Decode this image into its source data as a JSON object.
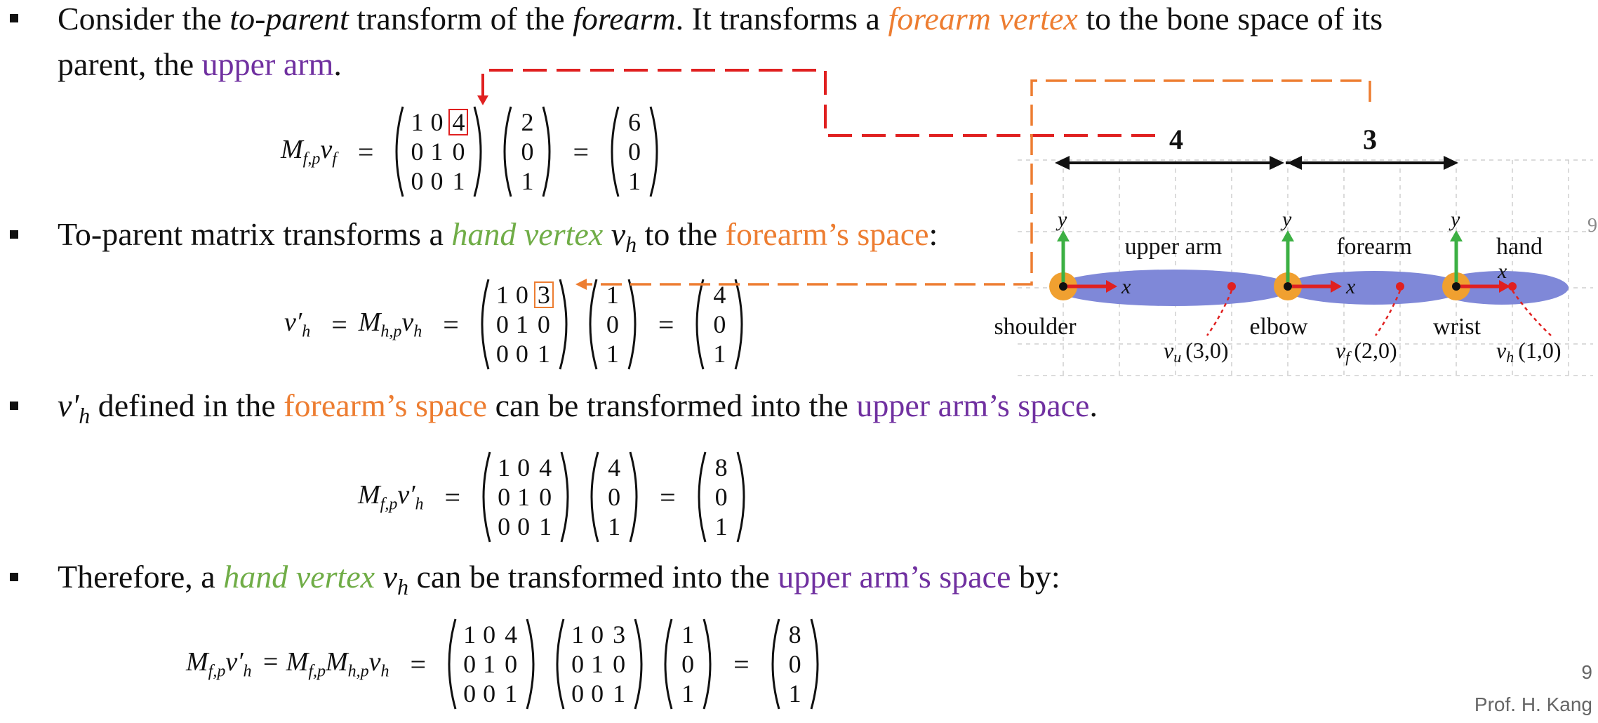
{
  "bullets": {
    "b1": {
      "p1": "Consider the ",
      "p2": "to-parent",
      "p3": " transform of the ",
      "p4": "forearm",
      "p5": ". It transforms a ",
      "p6": "forearm vertex",
      "p7": " to the bone space of its",
      "p8": "parent, the ",
      "p9": "upper arm",
      "p10": "."
    },
    "b2": {
      "p1": "To-parent matrix transforms a ",
      "p2": "hand vertex",
      "p3": " v",
      "p3sub": "h",
      "p4": " to the ",
      "p5": "forearm’s space",
      "p6": ":"
    },
    "b3": {
      "p1": "v'",
      "p1sub": "h",
      "p2": " defined in the ",
      "p3": "forearm’s space",
      "p4": " can be transformed into the ",
      "p5": "upper arm’s space",
      "p6": "."
    },
    "b4": {
      "p1": "Therefore, a ",
      "p2": "hand vertex",
      "p3": " v",
      "p3sub": "h",
      "p4": " can be transformed into the ",
      "p5": "upper arm’s space",
      "p6": " by:"
    }
  },
  "equations": {
    "eq1": {
      "lhs": "M",
      "lhs_sub": "f,p",
      "lhs2": "v",
      "lhs2_sub": "f",
      "op": "=",
      "m": [
        "1",
        "0",
        "4",
        "0",
        "1",
        "0",
        "0",
        "0",
        "1"
      ],
      "v": [
        "2",
        "0",
        "1"
      ],
      "r": [
        "6",
        "0",
        "1"
      ]
    },
    "eq2": {
      "lhs": "v′",
      "lhs_sub": "h",
      "eqsign": "=",
      "lhs2": "M",
      "lhs2_sub": "h,p",
      "lhs3": "v",
      "lhs3_sub": "h",
      "m": [
        "1",
        "0",
        "3",
        "0",
        "1",
        "0",
        "0",
        "0",
        "1"
      ],
      "v": [
        "1",
        "0",
        "1"
      ],
      "r": [
        "4",
        "0",
        "1"
      ]
    },
    "eq3": {
      "lhs": "M",
      "lhs_sub": "f,p",
      "lhs2": "v′",
      "lhs2_sub": "h",
      "m": [
        "1",
        "0",
        "4",
        "0",
        "1",
        "0",
        "0",
        "0",
        "1"
      ],
      "v": [
        "4",
        "0",
        "1"
      ],
      "r": [
        "8",
        "0",
        "1"
      ]
    },
    "eq4": {
      "lhs": "M",
      "lhs_sub": "f,p",
      "lhs2": "v′",
      "lhs2_sub": "h",
      "mid": "= M",
      "mid_sub": "f,p",
      "mid2": "M",
      "mid2_sub": "h,p",
      "mid3": "v",
      "mid3_sub": "h",
      "m1": [
        "1",
        "0",
        "4",
        "0",
        "1",
        "0",
        "0",
        "0",
        "1"
      ],
      "m2": [
        "1",
        "0",
        "3",
        "0",
        "1",
        "0",
        "0",
        "0",
        "1"
      ],
      "v": [
        "1",
        "0",
        "1"
      ],
      "r": [
        "8",
        "0",
        "1"
      ]
    }
  },
  "diagram": {
    "length_upper": "4",
    "length_fore": "3",
    "axis_y": "y",
    "axis_x": "x",
    "bone_upper": "upper arm",
    "bone_fore": "forearm",
    "bone_hand": "hand",
    "joint_shoulder": "shoulder",
    "joint_elbow": "elbow",
    "joint_wrist": "wrist",
    "vu_label": "v",
    "vu_sub": "u",
    "vu_coord": "(3,0)",
    "vf_label": "v",
    "vf_sub": "f",
    "vf_coord": "(2,0)",
    "vh_label": "v",
    "vh_sub": "h",
    "vh_coord": "(1,0)",
    "edge_mark": "9"
  },
  "footer": {
    "page": "9",
    "author": "Prof. H. Kang"
  },
  "colors": {
    "orange": "#ed7d31",
    "purple": "#7030a0",
    "green": "#70ad47",
    "red": "#e02020",
    "bone": "#7f88d8",
    "joint": "#f0a030"
  }
}
